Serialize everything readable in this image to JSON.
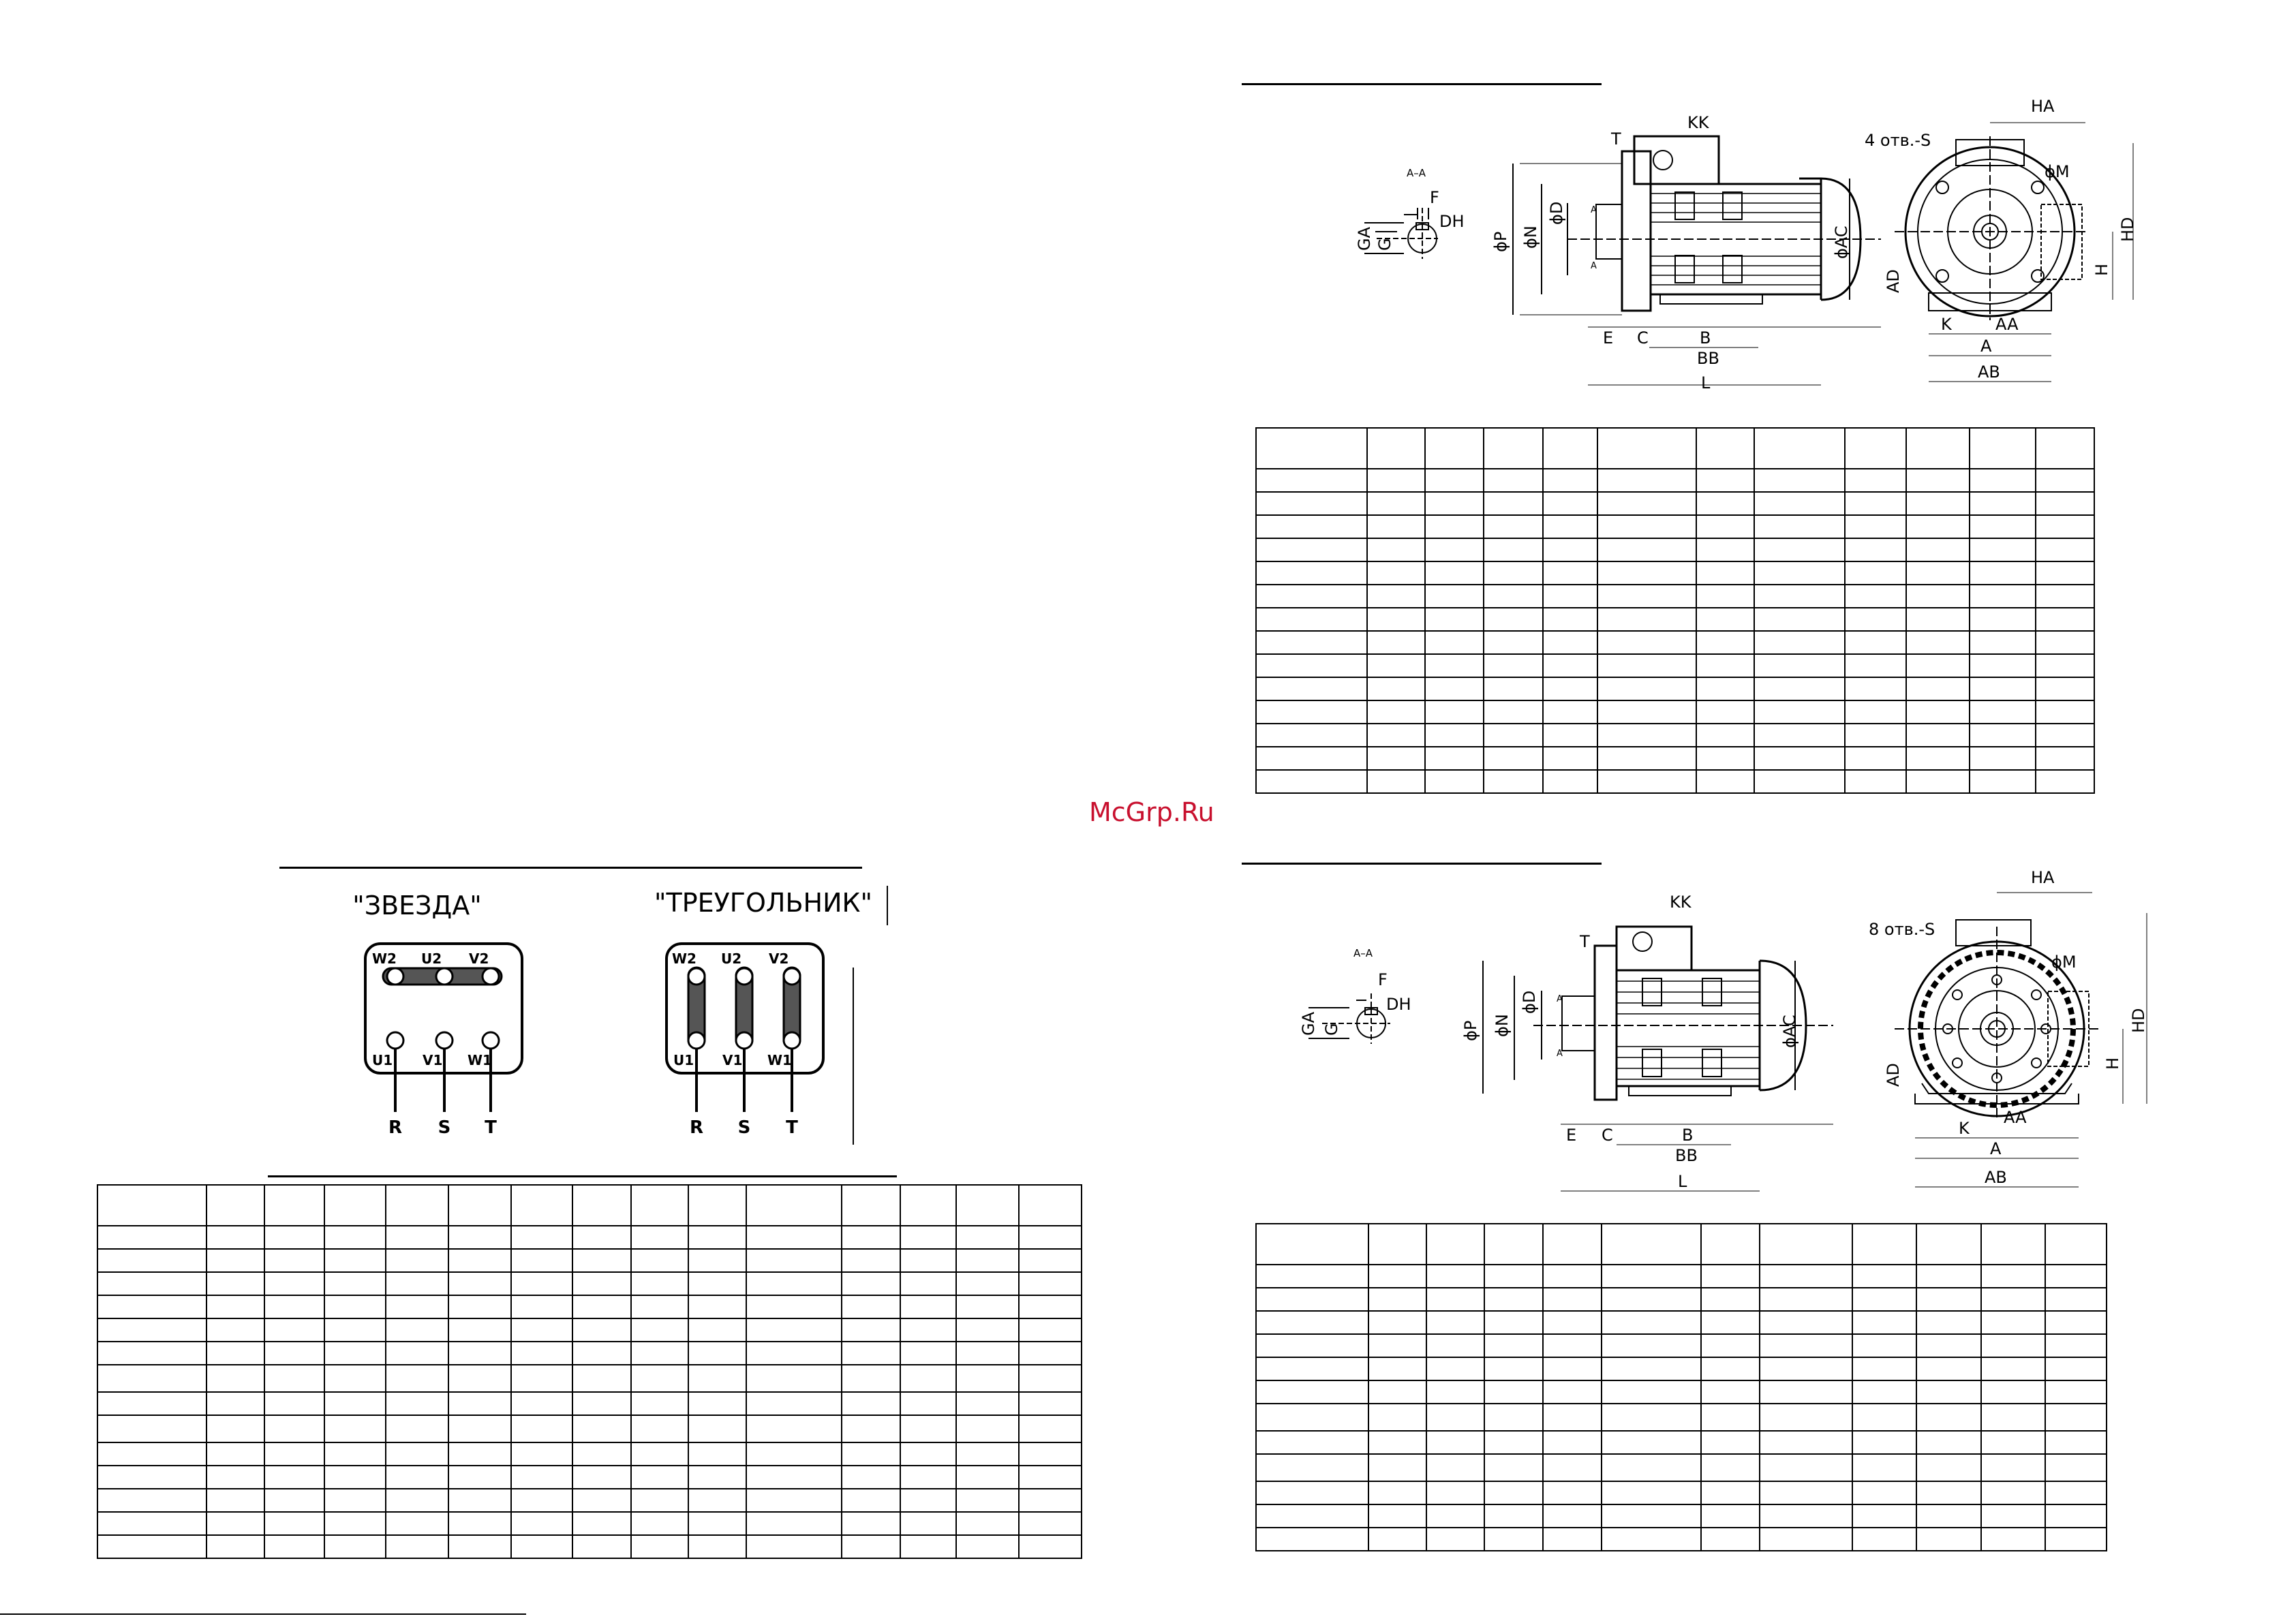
{
  "watermark": "McGrp.Ru",
  "connection": {
    "star_title": "\"ЗВЕЗДА\"",
    "delta_title": "\"ТРЕУГОЛЬНИК\"",
    "top_terminals": [
      "W2",
      "U2",
      "V2"
    ],
    "bottom_terminals": [
      "U1",
      "V1",
      "W1"
    ],
    "phases": [
      "R",
      "S",
      "T"
    ]
  },
  "drawing_top": {
    "section": "A–A",
    "shaft_labels": [
      "F",
      "DH",
      "GA",
      "G"
    ],
    "side_labels": [
      "T",
      "KK",
      "ϕP",
      "ϕN",
      "ϕD",
      "ϕAC",
      "E",
      "C",
      "B",
      "BB",
      "L",
      "A",
      "A"
    ],
    "end_labels": [
      "HA",
      "4 отв.-S",
      "ϕM",
      "HD",
      "H",
      "AD",
      "K",
      "AA",
      "A",
      "AB"
    ]
  },
  "drawing_bottom": {
    "section": "A–A",
    "shaft_labels": [
      "F",
      "DH",
      "GA",
      "G"
    ],
    "side_labels": [
      "T",
      "KK",
      "ϕP",
      "ϕN",
      "ϕD",
      "ϕAC",
      "E",
      "C",
      "B",
      "BB",
      "L",
      "A",
      "A"
    ],
    "end_labels": [
      "HA",
      "8 отв.-S",
      "ϕM",
      "HD",
      "H",
      "AD",
      "K",
      "AA",
      "A",
      "AB"
    ]
  }
}
